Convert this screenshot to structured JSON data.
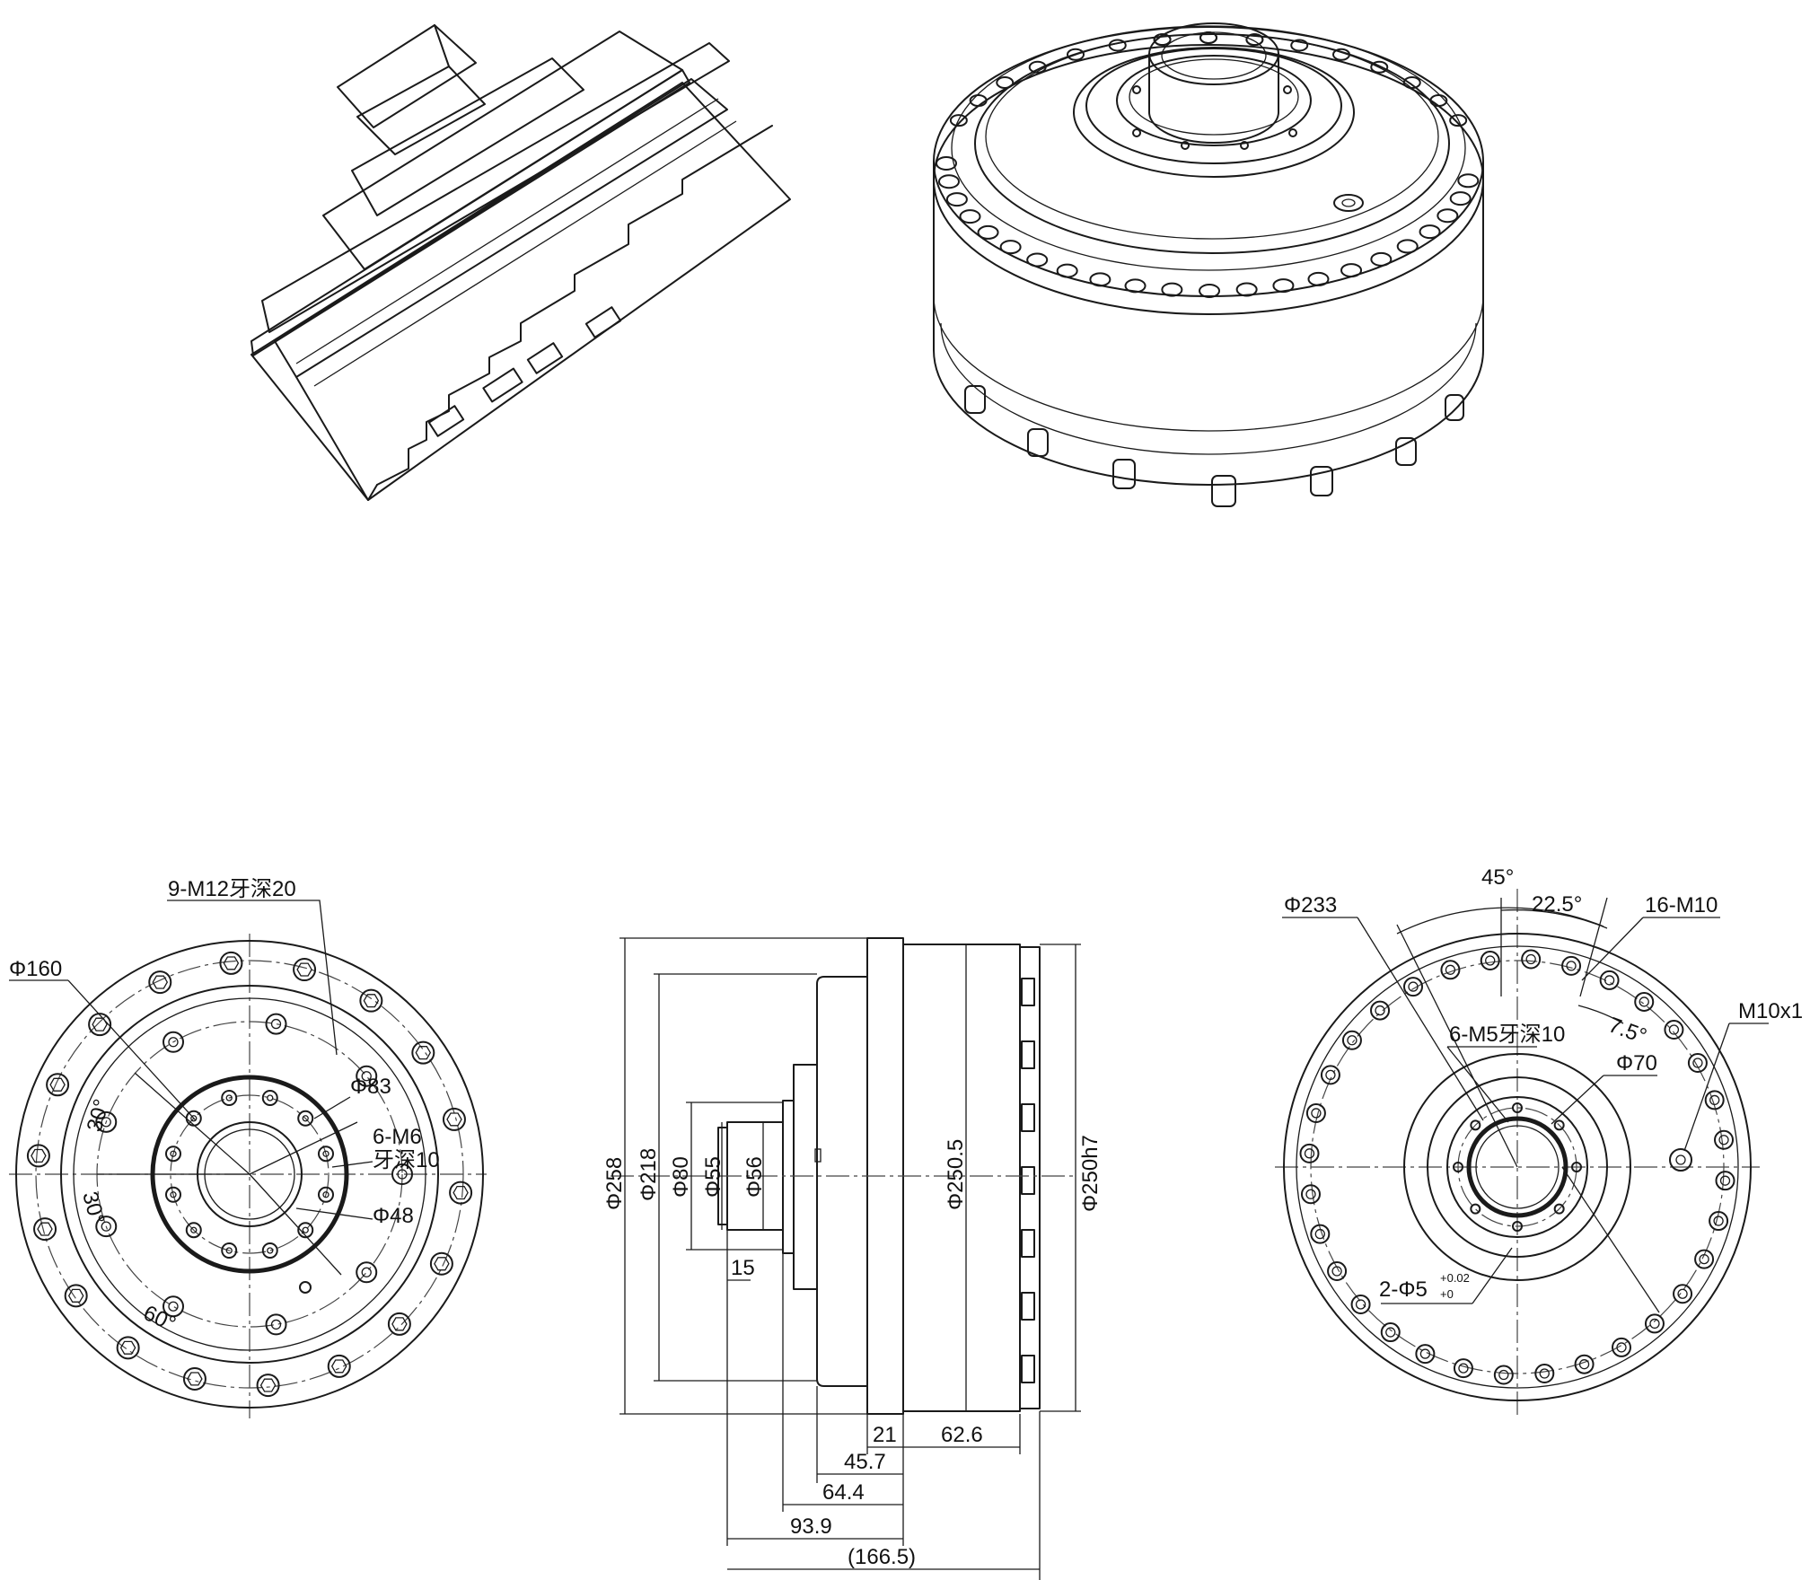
{
  "front_view": {
    "callout_threads": "9-M12牙深20",
    "dia_pcd": "Φ160",
    "dia_inner_pcd": "Φ83",
    "callout_inner_threads": "6-M6",
    "callout_inner_depth": "牙深10",
    "dia_bore": "Φ48",
    "angle_top": "30°",
    "angle_mid": "30°",
    "angle_bottom": "60°"
  },
  "side_view": {
    "dia_overall": "Φ258",
    "dia_flange": "Φ218",
    "dia_boss": "Φ80",
    "dia_shaft_a": "Φ55",
    "dia_shaft_b": "Φ56",
    "dia_body": "Φ250.5",
    "dia_fit": "Φ250h7",
    "len_shaft": "15",
    "len_flange": "21",
    "len_body": "62.6",
    "len_a": "45.7",
    "len_b": "64.4",
    "len_c": "93.9",
    "len_total": "(166.5)"
  },
  "rear_view": {
    "angle_outer": "45°",
    "angle_inner": "22.5°",
    "angle_offset": "7.5°",
    "dia_pcd": "Φ233",
    "callout_threads": "16-M10",
    "callout_port": "M10x1",
    "callout_inner_threads": "6-M5牙深10",
    "dia_inner": "Φ70",
    "callout_pins": "2-Φ5",
    "tol_upper": "+0.02",
    "tol_lower": "+0"
  }
}
